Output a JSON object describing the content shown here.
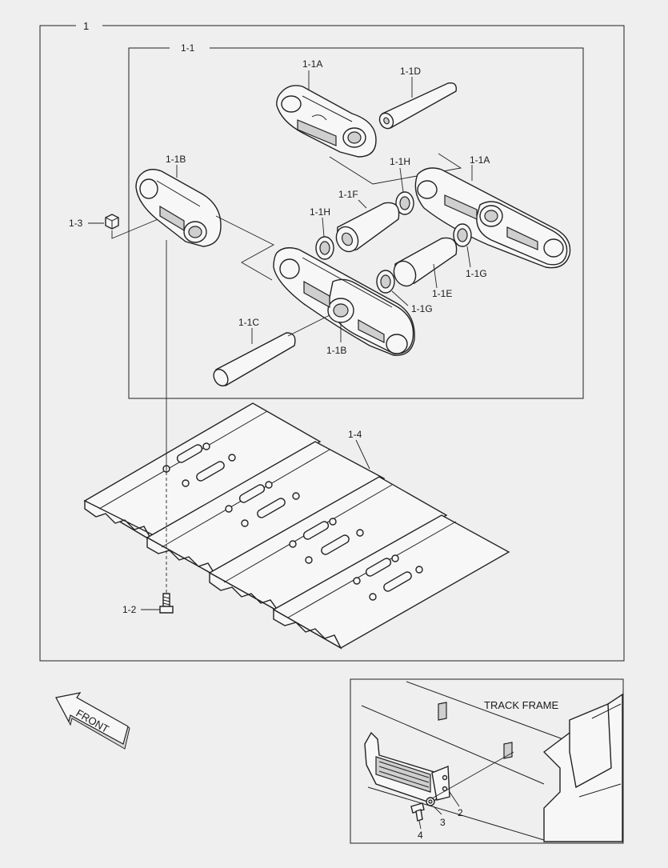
{
  "labels": {
    "assembly": "1",
    "sub_assembly": "1-1",
    "link_1a_top": "1-1A",
    "pin_1d": "1-1D",
    "link_1b_left": "1-1B",
    "seal_1h_top": "1-1H",
    "link_1a_right": "1-1A",
    "bushing_1f": "1-1F",
    "seal_1h_left": "1-1H",
    "part_1_3": "1-3",
    "seal_1g_right": "1-1G",
    "bushing_1e": "1-1E",
    "seal_1g_mid": "1-1G",
    "pin_1c": "1-1C",
    "link_1b_bottom": "1-1B",
    "shoe_1_4": "1-4",
    "bolt_1_2": "1-2",
    "front": "FRONT",
    "track_frame": "TRACK FRAME",
    "guard_2": "2",
    "washer_3": "3",
    "bolt_4": "4"
  },
  "colors": {
    "line": "#222222",
    "background": "#efefef",
    "part_fill": "#f7f7f7",
    "shade_fill": "#cfcfcf"
  },
  "icons": {
    "front_arrow": "front-arrow-icon"
  }
}
